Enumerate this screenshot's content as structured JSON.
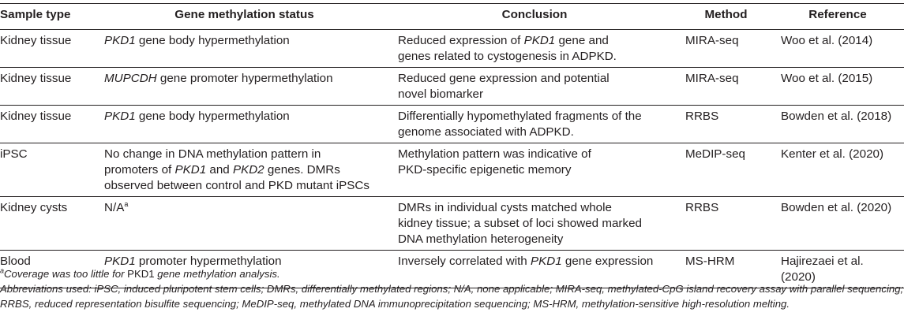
{
  "table": {
    "headers": [
      "Sample type",
      "Gene methylation status",
      "Conclusion",
      "Method",
      "Reference"
    ],
    "rows": [
      {
        "sample": "Kidney tissue",
        "status": [
          [
            "PKD1",
            true
          ],
          [
            " gene body hypermethylation",
            false
          ]
        ],
        "conclusion": [
          [
            "Reduced expression of ",
            false
          ],
          [
            "PKD1",
            true
          ],
          [
            " gene and",
            false
          ],
          [
            "\n",
            false
          ],
          [
            "genes related to cystogenesis in ADPKD.",
            false
          ]
        ],
        "method": "MIRA-seq",
        "reference": "Woo et al. (2014)"
      },
      {
        "sample": "Kidney tissue",
        "status": [
          [
            "MUPCDH",
            true
          ],
          [
            " gene promoter hypermethylation",
            false
          ]
        ],
        "conclusion": [
          [
            "Reduced gene expression and potential",
            false
          ],
          [
            "\n",
            false
          ],
          [
            "novel biomarker",
            false
          ]
        ],
        "method": "MIRA-seq",
        "reference": "Woo et al. (2015)"
      },
      {
        "sample": "Kidney tissue",
        "status": [
          [
            "PKD1",
            true
          ],
          [
            " gene body hypermethylation",
            false
          ]
        ],
        "conclusion": [
          [
            "Differentially hypomethylated fragments of the",
            false
          ],
          [
            "\n",
            false
          ],
          [
            "genome associated with ADPKD.",
            false
          ]
        ],
        "method": "RRBS",
        "reference": "Bowden et al. (2018)"
      },
      {
        "sample": "iPSC",
        "status": [
          [
            "No change in DNA methylation pattern in",
            false
          ],
          [
            "\n",
            false
          ],
          [
            "promoters of ",
            false
          ],
          [
            "PKD1",
            true
          ],
          [
            " and ",
            false
          ],
          [
            "PKD2",
            true
          ],
          [
            " genes. DMRs",
            false
          ],
          [
            "\n",
            false
          ],
          [
            "observed between control and PKD mutant iPSCs",
            false
          ]
        ],
        "conclusion": [
          [
            "Methylation pattern was indicative of",
            false
          ],
          [
            "\n",
            false
          ],
          [
            "PKD-specific epigenetic memory",
            false
          ]
        ],
        "method": "MeDIP-seq",
        "reference": "Kenter et al. (2020)"
      },
      {
        "sample": "Kidney cysts",
        "status": [
          [
            "N/A",
            false
          ]
        ],
        "status_sup": "a",
        "conclusion": [
          [
            "DMRs in individual cysts matched whole",
            false
          ],
          [
            "\n",
            false
          ],
          [
            "kidney tissue; a subset of loci showed marked",
            false
          ],
          [
            "\n",
            false
          ],
          [
            "DNA methylation heterogeneity",
            false
          ]
        ],
        "method": "RRBS",
        "reference": "Bowden et al. (2020)"
      },
      {
        "sample": "Blood",
        "status": [
          [
            "PKD1",
            true
          ],
          [
            " promoter hypermethylation",
            false
          ]
        ],
        "conclusion": [
          [
            "Inversely correlated with ",
            false
          ],
          [
            "PKD1",
            true
          ],
          [
            " gene expression",
            false
          ]
        ],
        "method": "MS-HRM",
        "reference": "Hajirezaei et al. (2020)"
      }
    ]
  },
  "footnote": {
    "marker": "a",
    "text_before": "Coverage was too little for ",
    "upright": "PKD1",
    "text_after": " gene methylation analysis."
  },
  "abbreviations": "Abbreviations used: iPSC, induced pluripotent stem cells; DMRs, differentially methylated regions; N/A, none applicable; MIRA-seq, methylated-CpG island recovery assay with parallel sequencing; RRBS, reduced representation bisulfite sequencing; MeDIP-seq, methylated DNA immunoprecipitation sequencing; MS-HRM, methylation-sensitive high-resolution melting."
}
